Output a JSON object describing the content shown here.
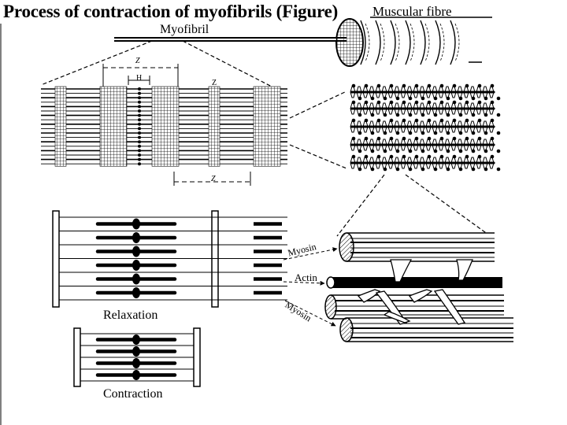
{
  "title": "Process of contraction of myofibrils (Figure)",
  "labels": {
    "muscular_fibre": "Muscular fibre",
    "myofibril": "Myofibril",
    "z_band_top": "Z",
    "z_marker_top": "Z",
    "h_zone": "H",
    "z_marker_bottom": "Z",
    "relaxation": "Relaxation",
    "contraction": "Contraction",
    "myosin_top": "Myosin",
    "actin": "Actin",
    "myosin_bottom": "Myosin"
  }
}
